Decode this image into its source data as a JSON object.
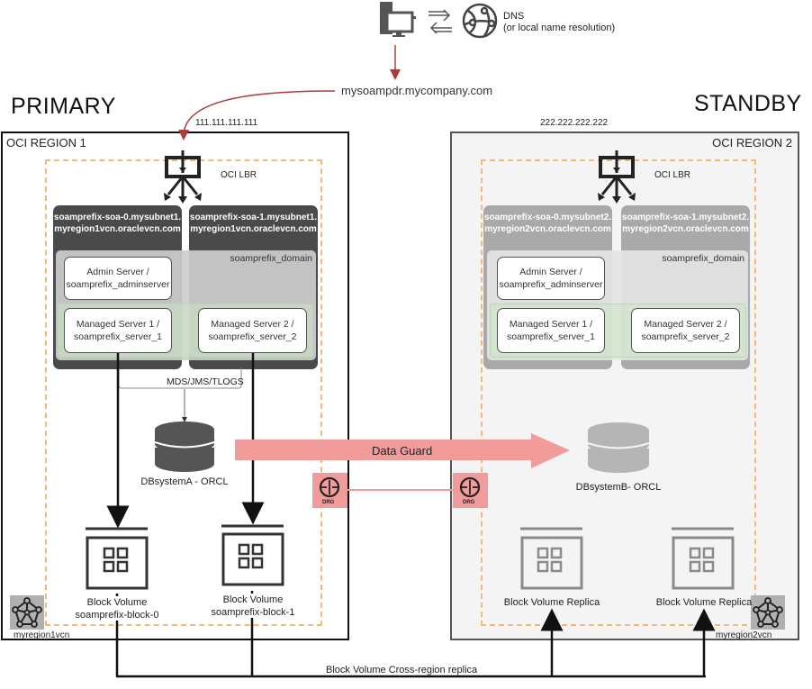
{
  "header": {
    "dns_label": "DNS",
    "dns_sublabel": "(or local name resolution)",
    "hostname": "mysoampdr.mycompany.com"
  },
  "primary": {
    "site_title": "PRIMARY",
    "ip": "111.111.111.111",
    "region_label": "OCI REGION 1",
    "lbr_label": "OCI LBR",
    "hosts": [
      {
        "line1": "soamprefix-soa-0.mysubnet1.",
        "line2": "myregion1vcn.oraclevcn.com"
      },
      {
        "line1": "soamprefix-soa-1.mysubnet1.",
        "line2": "myregion1vcn.oraclevcn.com"
      }
    ],
    "domain_label": "soamprefix_domain",
    "admin_server": {
      "line1": "Admin Server /",
      "line2": "soamprefix_adminserver"
    },
    "managed_servers": [
      {
        "line1": "Managed Server 1 /",
        "line2": "soamprefix_server_1"
      },
      {
        "line1": "Managed Server 2 /",
        "line2": "soamprefix_server_2"
      }
    ],
    "shared_storage_label": "MDS/JMS/TLOGS",
    "db_label": "DBsystemA - ORCL",
    "drg_label": "DRG",
    "block_volumes": [
      {
        "line1": "Block Volume",
        "line2": "soamprefix-block-0"
      },
      {
        "line1": "Block Volume",
        "line2": "soamprefix-block-1"
      }
    ],
    "vcn_label": "myregion1vcn"
  },
  "standby": {
    "site_title": "STANDBY",
    "ip": "222.222.222.222",
    "region_label": "OCI REGION 2",
    "lbr_label": "OCI LBR",
    "hosts": [
      {
        "line1": "soamprefix-soa-0.mysubnet2.",
        "line2": "myregion2vcn.oraclevcn.com"
      },
      {
        "line1": "soamprefix-soa-1.mysubnet2.",
        "line2": "myregion2vcn.oraclevcn.com"
      }
    ],
    "domain_label": "soamprefix_domain",
    "admin_server": {
      "line1": "Admin Server /",
      "line2": "soamprefix_adminserver"
    },
    "managed_servers": [
      {
        "line1": "Managed Server 1 /",
        "line2": "soamprefix_server_1"
      },
      {
        "line1": "Managed Server 2 /",
        "line2": "soamprefix_server_2"
      }
    ],
    "db_label": "DBsystemB- ORCL",
    "drg_label": "DRG",
    "block_volumes": [
      {
        "line1": "Block Volume Replica"
      },
      {
        "line1": "Block Volume Replica"
      }
    ],
    "vcn_label": "myregion2vcn"
  },
  "links": {
    "data_guard_label": "Data Guard",
    "cross_region_label": "Block Volume Cross-region replica"
  },
  "colors": {
    "dns_arrow": "#b03a3a",
    "data_guard": "#f29b9b",
    "dashed_subnet": "#f9b774",
    "primary_dark": "#4a4a4a",
    "standby_gray": "#a9a9a9"
  }
}
